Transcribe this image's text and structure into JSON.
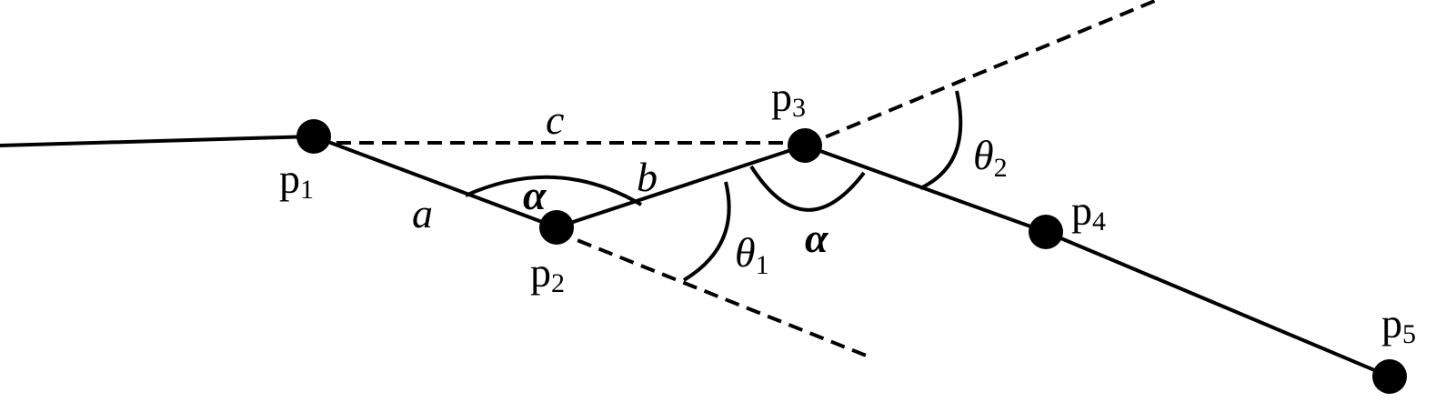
{
  "points": {
    "p1": {
      "letter": "p",
      "sub": "1"
    },
    "p2": {
      "letter": "p",
      "sub": "2"
    },
    "p3": {
      "letter": "p",
      "sub": "3"
    },
    "p4": {
      "letter": "p",
      "sub": "4"
    },
    "p5": {
      "letter": "p",
      "sub": "5"
    }
  },
  "labels": {
    "side_a": "a",
    "side_b": "b",
    "side_c": "c",
    "alpha_1": "α",
    "alpha_2": "α",
    "theta_1": {
      "symbol": "θ",
      "sub": "1"
    },
    "theta_2": {
      "symbol": "θ",
      "sub": "2"
    }
  },
  "colors": {
    "ink": "#000000",
    "background": "#ffffff"
  }
}
